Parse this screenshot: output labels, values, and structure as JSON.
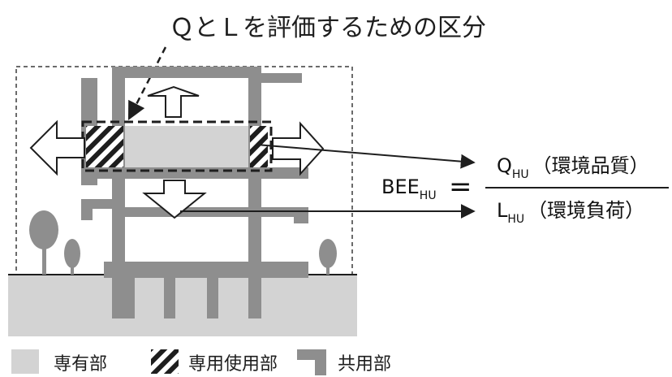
{
  "title": "ＱとＬを評価するための区分",
  "formula": {
    "lhs_main": "BEE",
    "lhs_sub": "HU",
    "equals": "=",
    "numerator_main": "Q",
    "numerator_sub": "HU",
    "numerator_desc": "（環境品質）",
    "denominator_main": "L",
    "denominator_sub": "HU",
    "denominator_desc": "（環境負荷）"
  },
  "legend": [
    {
      "label": "専有部",
      "swatch": "light-gray-box"
    },
    {
      "label": "専用使用部",
      "swatch": "hatched-box"
    },
    {
      "label": "共用部",
      "swatch": "dark-gray-bracket"
    }
  ],
  "colors": {
    "light_gray": "#d3d3d3",
    "mid_gray": "#a6a6a6",
    "dark_gray": "#8e8e8e",
    "line": "#1e1e1e"
  }
}
